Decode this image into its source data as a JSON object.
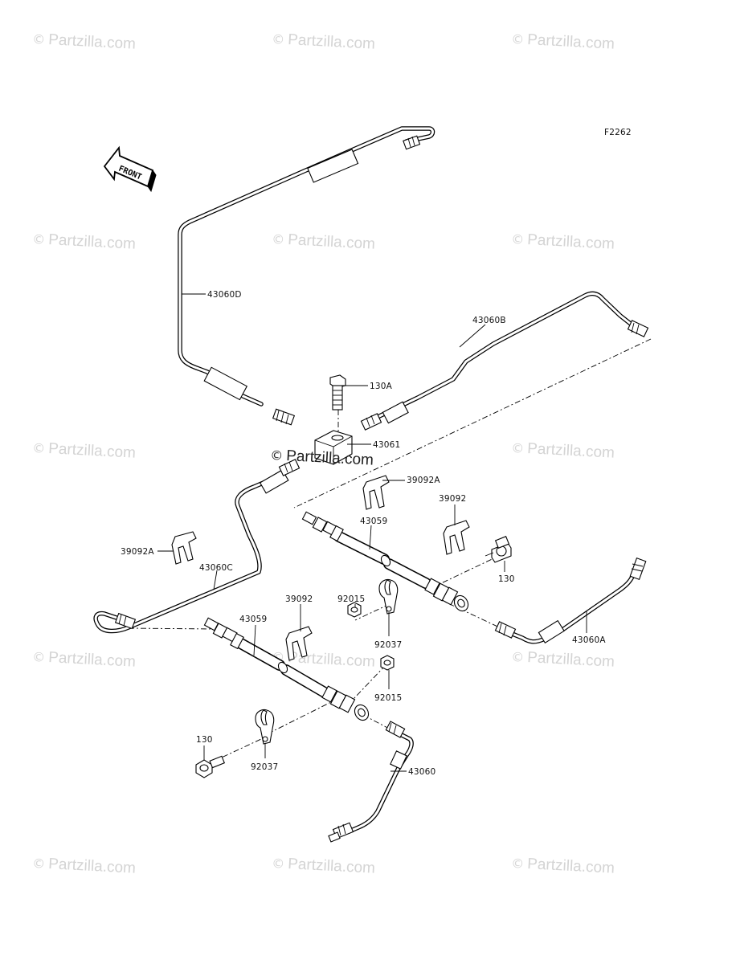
{
  "figure_code": "F2262",
  "front_marker": "FRONT",
  "watermark": {
    "symbol": "©",
    "text": "Partzilla.com"
  },
  "watermark_center": {
    "symbol": "©",
    "text": "Partzilla.com"
  },
  "callouts": [
    {
      "id": "43060D",
      "label": "43060D"
    },
    {
      "id": "43060B",
      "label": "43060B"
    },
    {
      "id": "130A",
      "label": "130A"
    },
    {
      "id": "43061",
      "label": "43061"
    },
    {
      "id": "39092A-right",
      "label": "39092A"
    },
    {
      "id": "39092-right",
      "label": "39092"
    },
    {
      "id": "43059-right",
      "label": "43059"
    },
    {
      "id": "39092A-left",
      "label": "39092A"
    },
    {
      "id": "43060C",
      "label": "43060C"
    },
    {
      "id": "130-right",
      "label": "130"
    },
    {
      "id": "39092-center",
      "label": "39092"
    },
    {
      "id": "92015-upper",
      "label": "92015"
    },
    {
      "id": "43059-left",
      "label": "43059"
    },
    {
      "id": "92037-upper",
      "label": "92037"
    },
    {
      "id": "43060A",
      "label": "43060A"
    },
    {
      "id": "92015-lower",
      "label": "92015"
    },
    {
      "id": "130-left",
      "label": "130"
    },
    {
      "id": "92037-lower",
      "label": "92037"
    },
    {
      "id": "43060",
      "label": "43060"
    }
  ],
  "colors": {
    "line": "#000000",
    "watermark": "#d4d4d4",
    "background": "#ffffff"
  }
}
